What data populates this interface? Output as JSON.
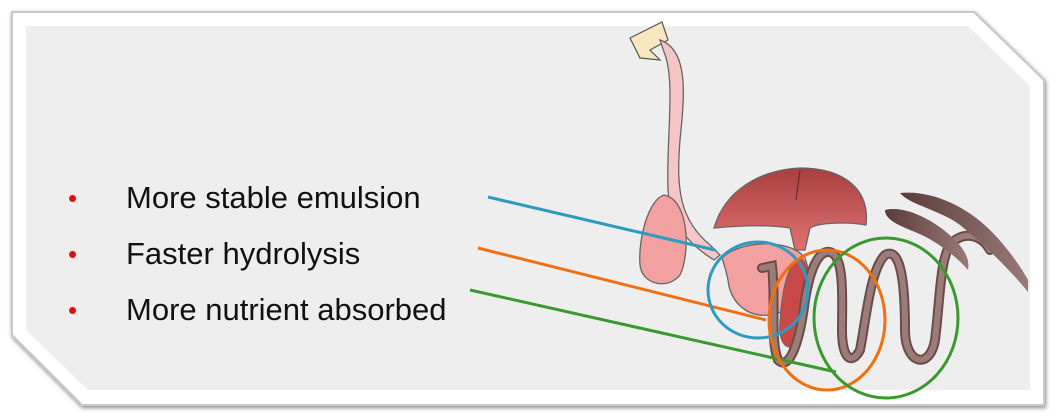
{
  "bullets": [
    {
      "text": "More stable emulsion",
      "line_color": "#2e9bc0"
    },
    {
      "text": "Faster hydrolysis",
      "line_color": "#f07010"
    },
    {
      "text": "More nutrient absorbed",
      "line_color": "#3a9a30"
    }
  ],
  "bullet_symbol": "•",
  "colors": {
    "bullet": "#e01010",
    "panel": "#eeeeee",
    "liver": "#c85050",
    "intestine": "#8a6a66",
    "crop": "#f2a0a0"
  }
}
